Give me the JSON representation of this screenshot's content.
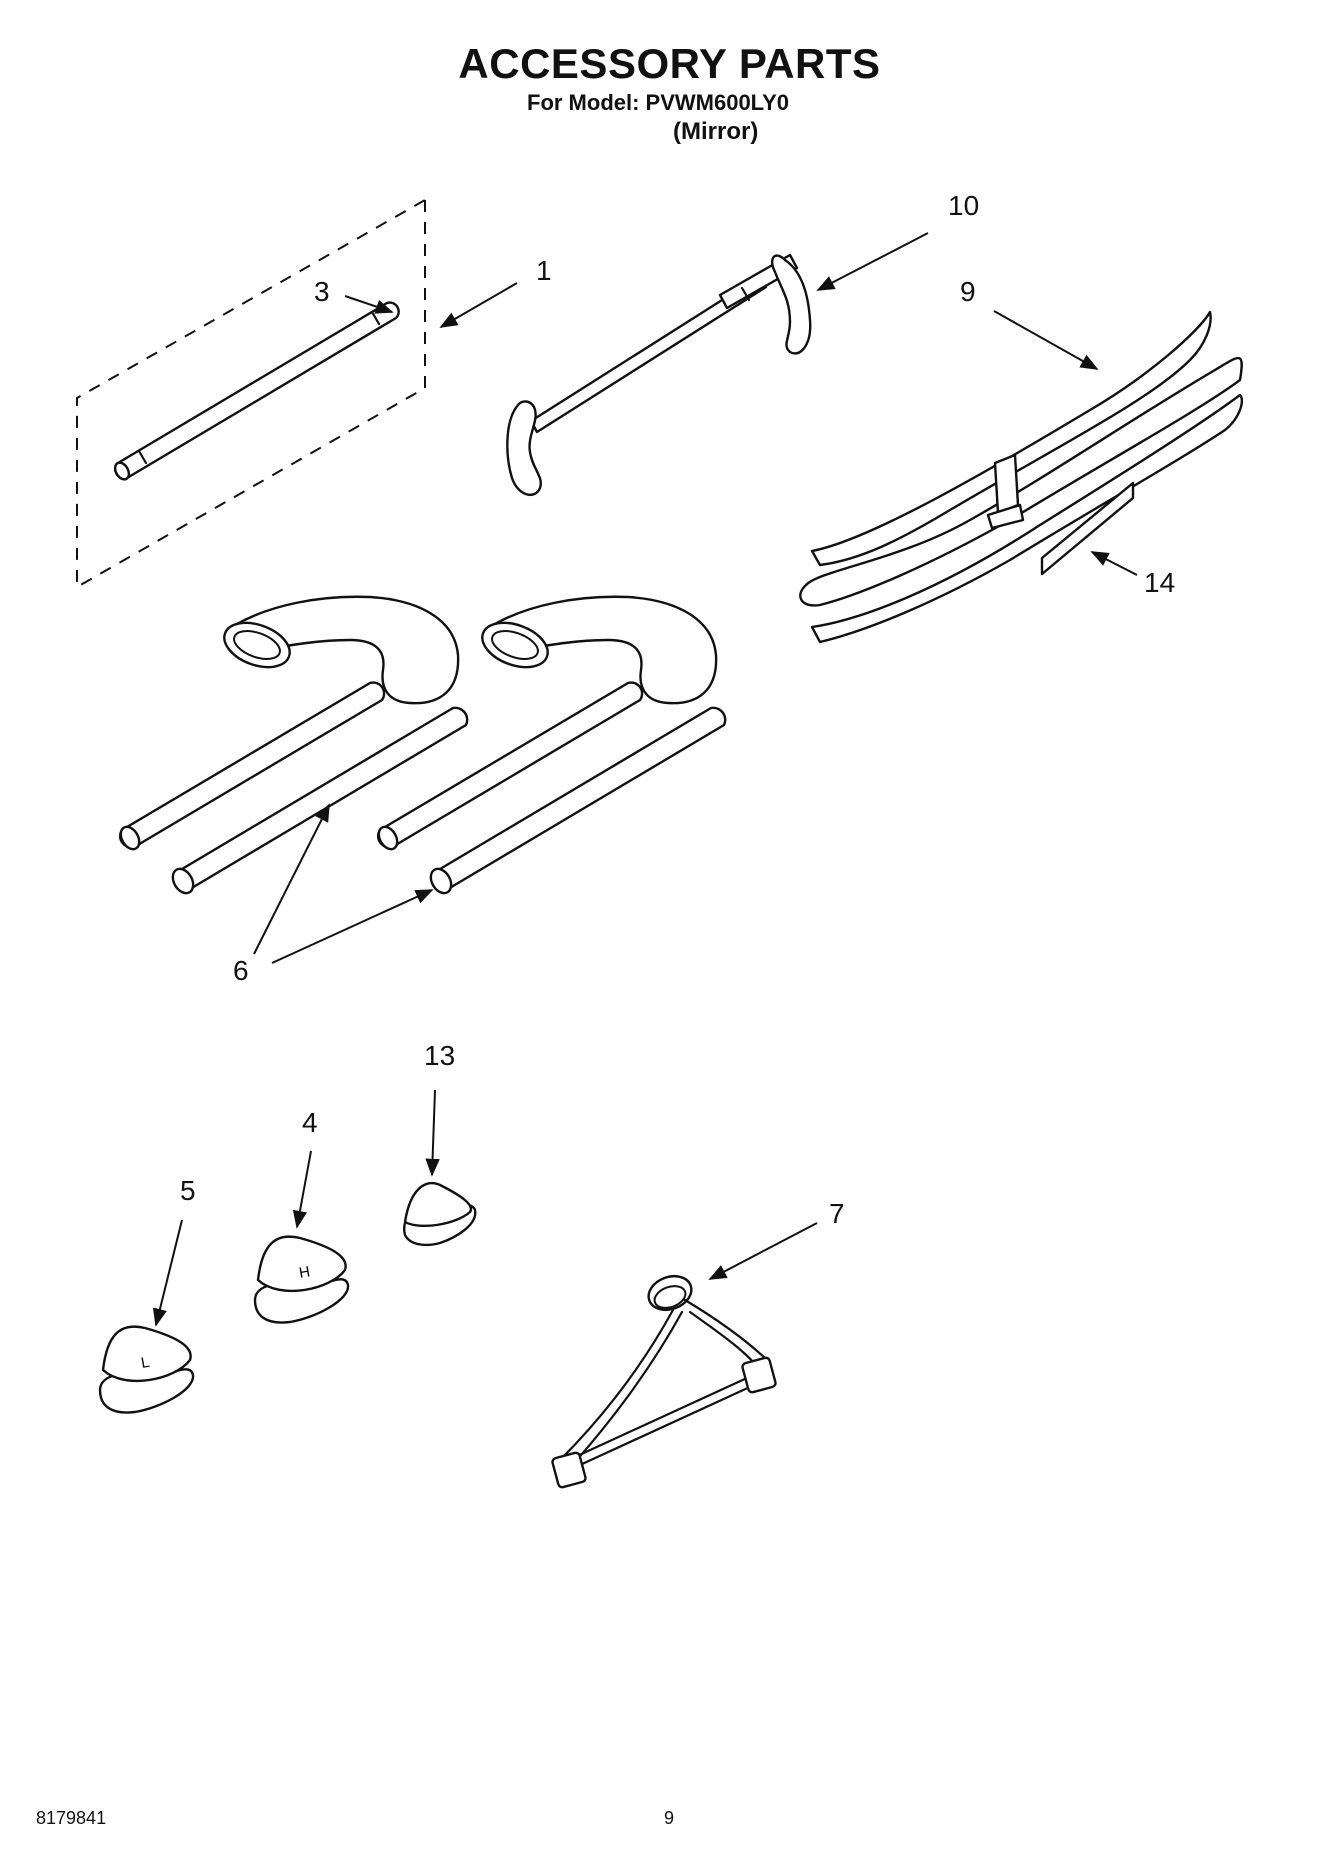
{
  "header": {
    "title": "ACCESSORY PARTS",
    "model_line": "For Model: PVWM600LY0",
    "variant": "(Mirror)"
  },
  "callouts": [
    {
      "id": "c1",
      "label": "1"
    },
    {
      "id": "c3",
      "label": "3"
    },
    {
      "id": "c10",
      "label": "10"
    },
    {
      "id": "c9",
      "label": "9"
    },
    {
      "id": "c14",
      "label": "14"
    },
    {
      "id": "c6",
      "label": "6"
    },
    {
      "id": "c13",
      "label": "13"
    },
    {
      "id": "c4",
      "label": "4"
    },
    {
      "id": "c5",
      "label": "5"
    },
    {
      "id": "c7",
      "label": "7"
    }
  ],
  "part_marks": {
    "part_4_letter": "H",
    "part_5_letter": "L"
  },
  "footer": {
    "doc_number": "8179841",
    "page_number": "9"
  }
}
